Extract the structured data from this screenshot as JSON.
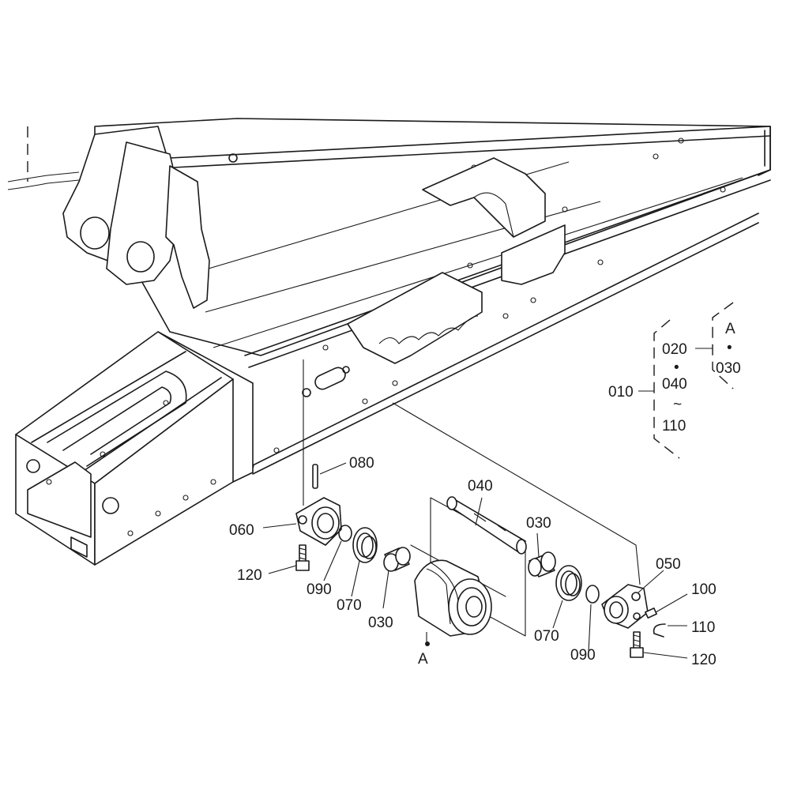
{
  "diagram": {
    "callouts": {
      "c080": "080",
      "c060": "060",
      "c120_left": "120",
      "c090_left": "090",
      "c070_left": "070",
      "c030_left": "030",
      "cA_roller": "A",
      "c040": "040",
      "c030_right": "030",
      "c070_right": "070",
      "c090_right": "090",
      "c050": "050",
      "c100": "100",
      "c110": "110",
      "c120_right": "120"
    },
    "legend": {
      "main": "010",
      "first": "020",
      "mid_dot": "•",
      "second": "040",
      "tilde": "~",
      "third": "110",
      "group_letter": "A",
      "group_dot": "•",
      "group_item": "030"
    }
  }
}
